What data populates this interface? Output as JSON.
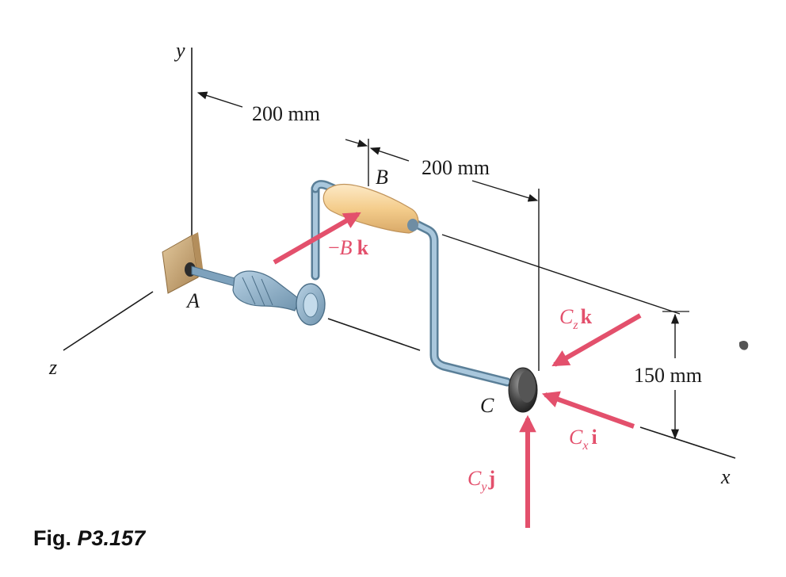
{
  "axes": {
    "x": "x",
    "y": "y",
    "z": "z"
  },
  "points": {
    "A": "A",
    "B": "B",
    "C": "C"
  },
  "dimensions": {
    "ab": "200 mm",
    "bc": "200 mm",
    "height": "150 mm"
  },
  "forces": {
    "b": {
      "prefix": "−",
      "sym": "B",
      "unit": "k"
    },
    "cz": {
      "sym": "C",
      "sub": "z",
      "unit": "k"
    },
    "cx": {
      "sym": "C",
      "sub": "x",
      "unit": "i"
    },
    "cy": {
      "sym": "C",
      "sub": "y",
      "unit": "j"
    }
  },
  "caption": {
    "prefix": "Fig.",
    "number": "P3.157"
  },
  "colors": {
    "force": "#e3506c",
    "shaft": "#8fb4cf",
    "shaft_dark": "#5a7f98",
    "handle": "#f4cd8c",
    "mount": "#c9ab7a",
    "knob": "#3d3d3d"
  }
}
